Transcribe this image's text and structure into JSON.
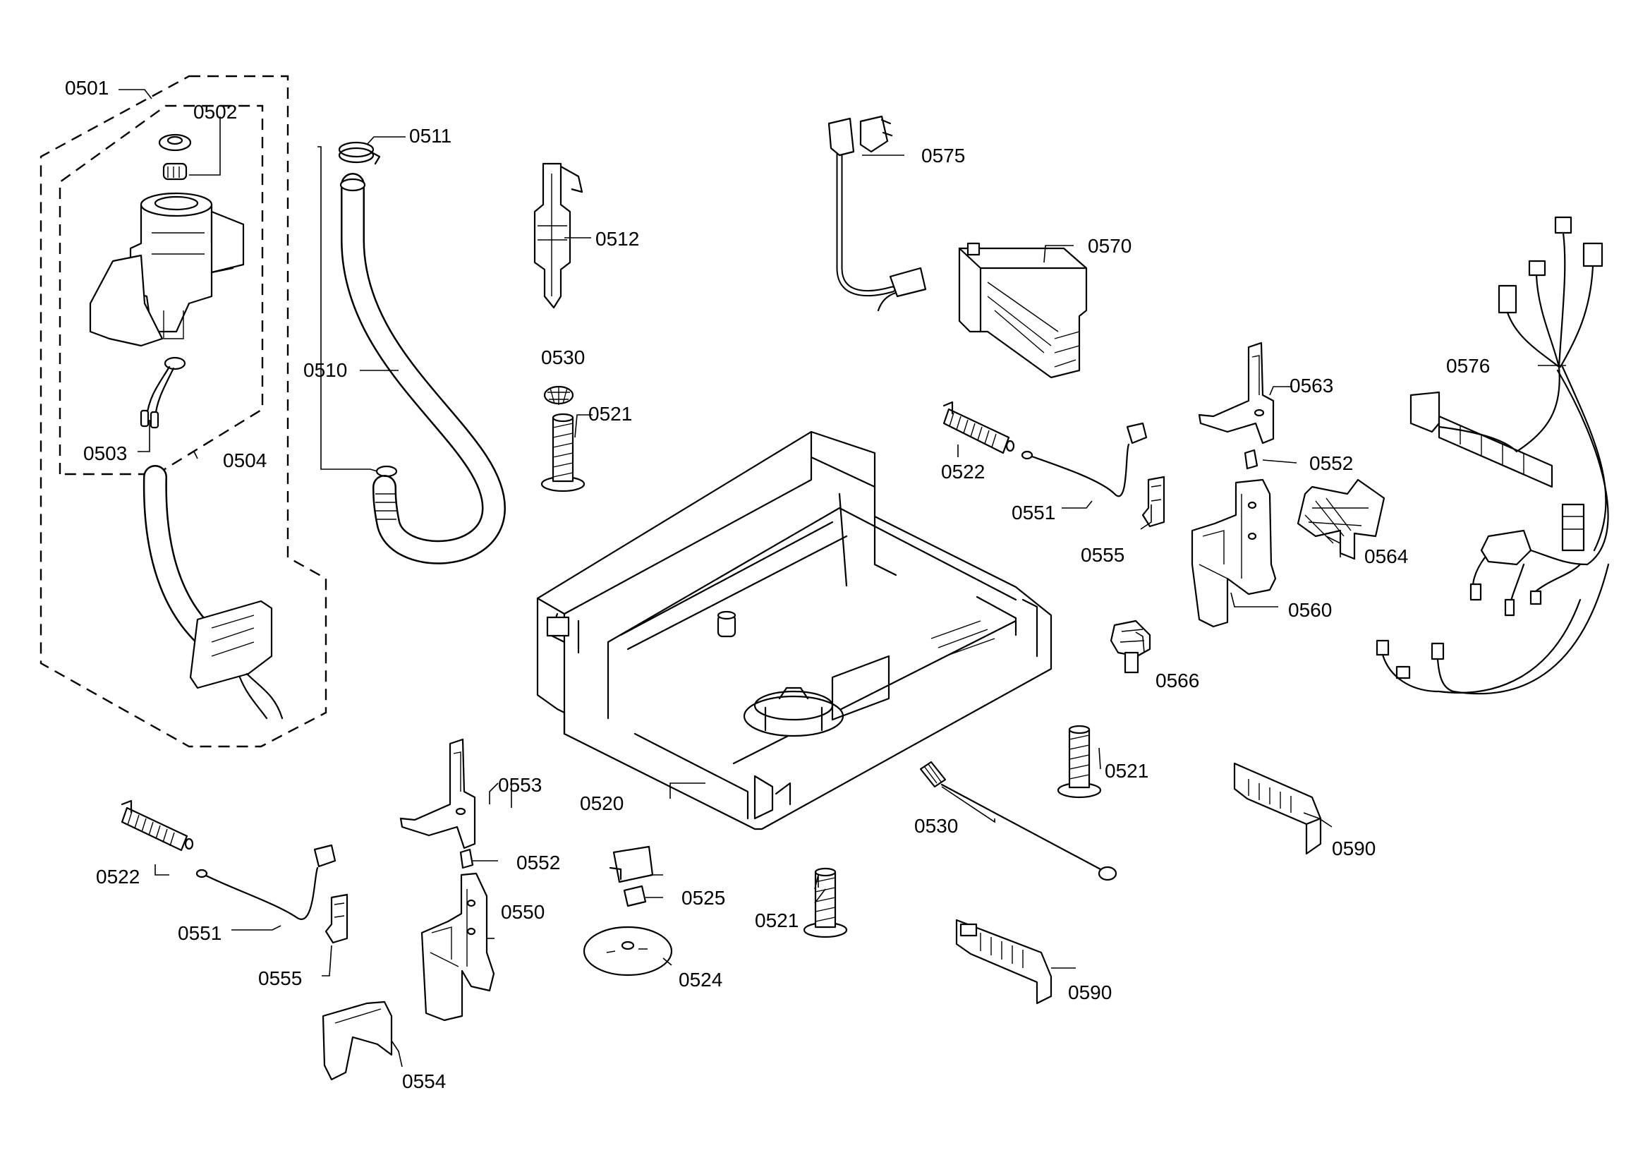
{
  "diagram": {
    "type": "exploded parts diagram",
    "labels": {
      "p0501": "0501",
      "p0502": "0502",
      "p0503": "0503",
      "p0504": "0504",
      "p0510": "0510",
      "p0511": "0511",
      "p0512": "0512",
      "p0520": "0520",
      "p0521_a": "0521",
      "p0521_b": "0521",
      "p0521_c": "0521",
      "p0522_a": "0522",
      "p0522_b": "0522",
      "p0524": "0524",
      "p0525": "0525",
      "p0530_a": "0530",
      "p0530_b": "0530",
      "p0550": "0550",
      "p0551_a": "0551",
      "p0551_b": "0551",
      "p0552_a": "0552",
      "p0552_b": "0552",
      "p0553": "0553",
      "p0554": "0554",
      "p0555_a": "0555",
      "p0555_b": "0555",
      "p0560": "0560",
      "p0563": "0563",
      "p0564": "0564",
      "p0566": "0566",
      "p0570": "0570",
      "p0575": "0575",
      "p0576": "0576",
      "p0590_a": "0590",
      "p0590_b": "0590"
    }
  }
}
